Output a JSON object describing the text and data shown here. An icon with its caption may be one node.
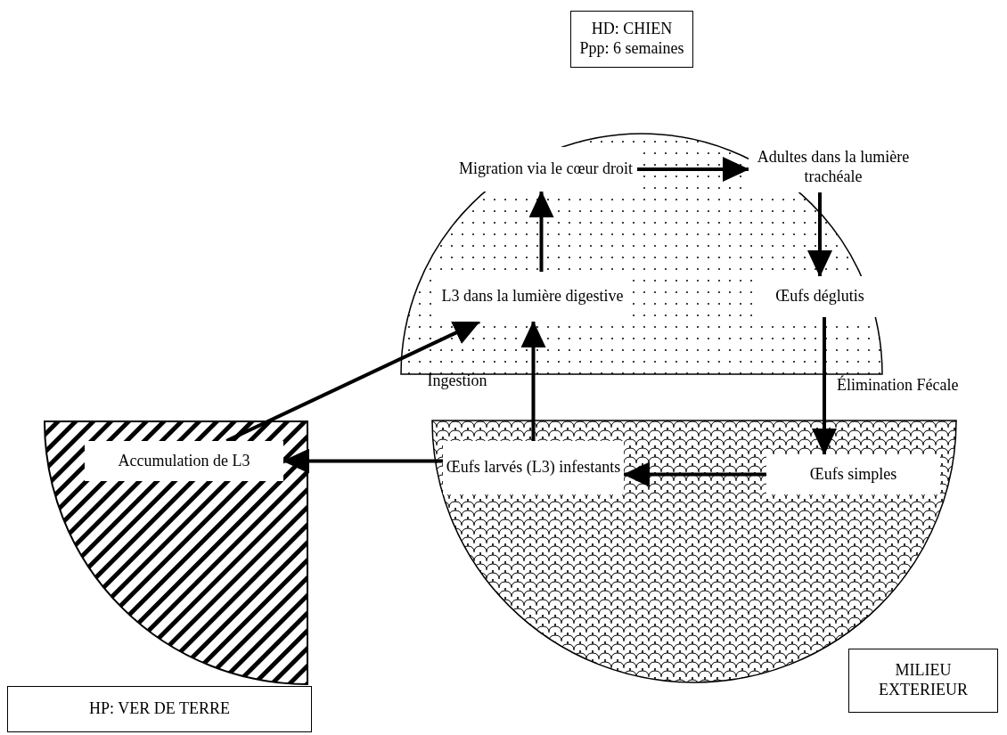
{
  "diagram": {
    "nodes": [
      {
        "text": [
          "HD: CHIEN",
          "Ppp: 6 semaines"
        ]
      },
      {
        "text": [
          "Migration via le cœur droit"
        ]
      },
      {
        "text": [
          "Adultes dans la lumière trachéale"
        ]
      },
      {
        "text": [
          "L3 dans la lumière digestive"
        ]
      },
      {
        "text": [
          "Œufs déglutis"
        ]
      },
      {
        "text": [
          "Accumulation de L3"
        ]
      },
      {
        "text": [
          "Œufs larvés (L3) infestants"
        ]
      },
      {
        "text": [
          "Œufs simples"
        ]
      },
      {
        "text": [
          "MILIEU EXTERIEUR"
        ]
      },
      {
        "text": [
          "HP: VER DE TERRE"
        ]
      }
    ],
    "edges": [
      {
        "from": 1,
        "to": 2,
        "arrow": "to"
      },
      {
        "from": 2,
        "to": 4,
        "arrow": "to"
      },
      {
        "from": 3,
        "to": 1,
        "arrow": "to"
      },
      {
        "from": 4,
        "to": 7,
        "arrow": "to",
        "label": "Élimination Fécale"
      },
      {
        "from": 7,
        "to": 6,
        "arrow": "to"
      },
      {
        "from": 6,
        "to": 5,
        "arrow": "to"
      },
      {
        "from": 6,
        "to": 3,
        "arrow": "to",
        "label": "Ingestion"
      },
      {
        "from": 5,
        "to": 3,
        "arrow": "to"
      }
    ]
  }
}
